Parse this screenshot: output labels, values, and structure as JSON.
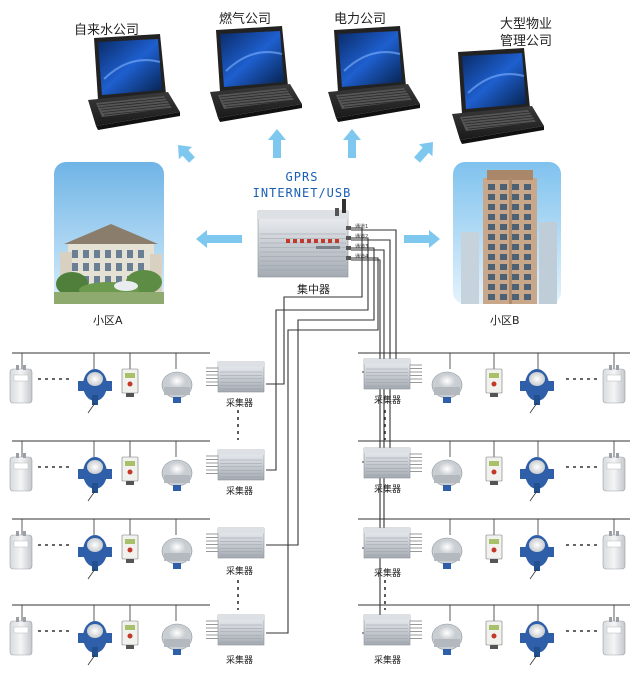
{
  "organizations": [
    {
      "label": "自来水公司"
    },
    {
      "label": "燃气公司"
    },
    {
      "label": "电力公司"
    },
    {
      "label": "大型物业\n管理公司"
    }
  ],
  "concentrator": {
    "top_label_line1": "GPRS",
    "top_label_line2": "INTERNET/USB",
    "label": "集中器",
    "channels": [
      "通道1",
      "通道2",
      "通道3",
      "通道4"
    ]
  },
  "districts": [
    {
      "label": "小区A"
    },
    {
      "label": "小区B"
    }
  ],
  "collector_label": "采集器",
  "colors": {
    "arrow": "#7ec8ef",
    "line": "#333333",
    "label_blue": "#1a5fb4",
    "meter_blue": "#2f5fa8"
  }
}
